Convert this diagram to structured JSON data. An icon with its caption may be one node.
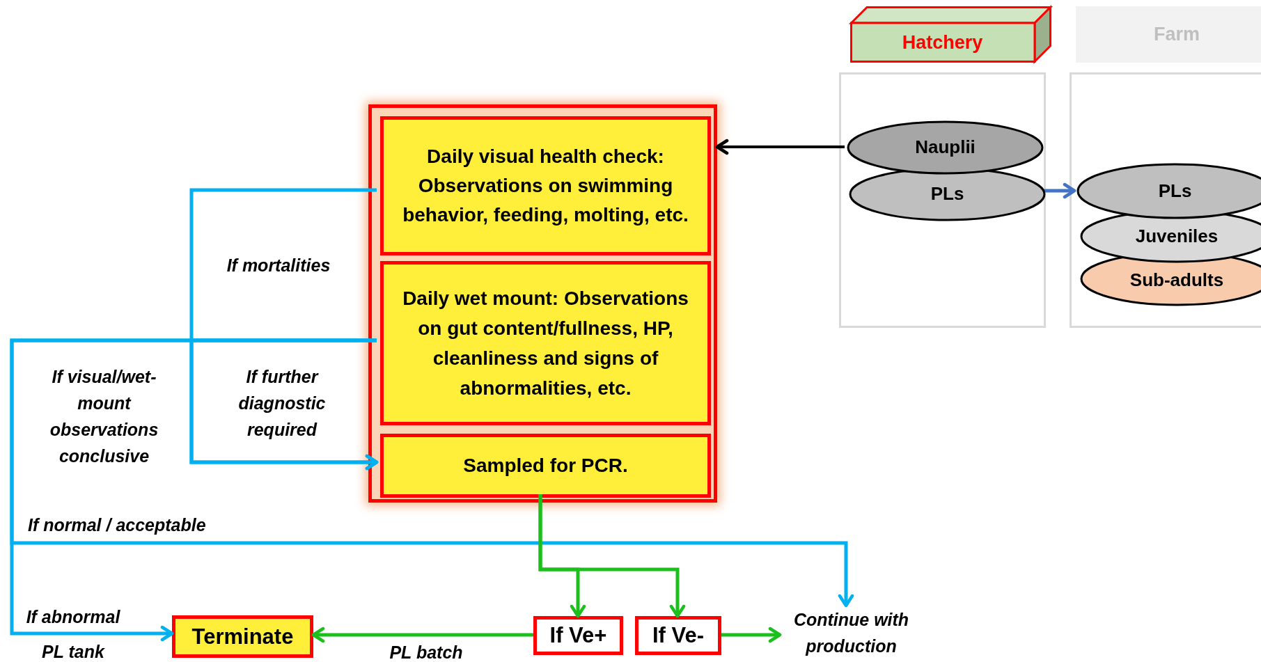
{
  "diagram": {
    "nodes": [
      {
        "text": [],
        "shape": "box"
      },
      {
        "text": [
          "Daily visual health check: Observations on swimming behavior, feeding, molting, etc."
        ],
        "in": 0
      },
      {
        "text": [
          "Daily wet mount: Observations on gut content/fullness, HP, cleanliness and signs of abnormalities, etc."
        ],
        "in": 0
      },
      {
        "text": [
          "Sampled for PCR."
        ],
        "in": 0
      },
      {
        "text": [
          "Hatchery"
        ]
      },
      {
        "text": [],
        "shape": "box"
      },
      {
        "text": [
          "Farm"
        ]
      },
      {
        "text": [],
        "shape": "box"
      },
      {
        "text": [
          "Nauplii"
        ],
        "in": 5
      },
      {
        "text": [
          "PLs"
        ],
        "in": 5
      },
      {
        "text": [
          "PLs"
        ],
        "in": 7
      },
      {
        "text": [
          "Juveniles"
        ],
        "in": 7
      },
      {
        "text": [
          "Sub-adults"
        ],
        "in": 7
      },
      {
        "text": [
          "Terminate"
        ]
      },
      {
        "text": [
          "If Ve+"
        ]
      },
      {
        "text": [
          "If Ve-"
        ]
      },
      {
        "text": [
          "Continue with production"
        ]
      }
    ],
    "edges": [
      {
        "from": 1,
        "to": 3,
        "arrow": "to",
        "label": "If mortalities"
      },
      {
        "from": 2,
        "to": 3,
        "arrow": "to",
        "label": "If further diagnostic required"
      },
      {
        "from": 2,
        "to": 13,
        "arrow": "to",
        "label": "If abnormal PL tank"
      },
      {
        "from": 2,
        "to": 16,
        "arrow": "to",
        "label": "If normal / acceptable"
      },
      {
        "from": 3,
        "to": 14,
        "arrow": "to",
        "color": "#1dbf1d"
      },
      {
        "from": 3,
        "to": 15,
        "arrow": "to",
        "color": "#1dbf1d"
      },
      {
        "from": 14,
        "to": 13,
        "arrow": "to",
        "label": "PL batch",
        "color": "#1dbf1d"
      },
      {
        "from": 15,
        "to": 16,
        "arrow": "to",
        "color": "#1dbf1d"
      },
      {
        "from": 8,
        "to": 0,
        "arrow": "to",
        "color": "#000000"
      },
      {
        "from": 9,
        "to": 10,
        "arrow": "to",
        "color": "#4472c4"
      }
    ],
    "labels": [
      "If visual/wet-mount observations conclusive"
    ]
  }
}
